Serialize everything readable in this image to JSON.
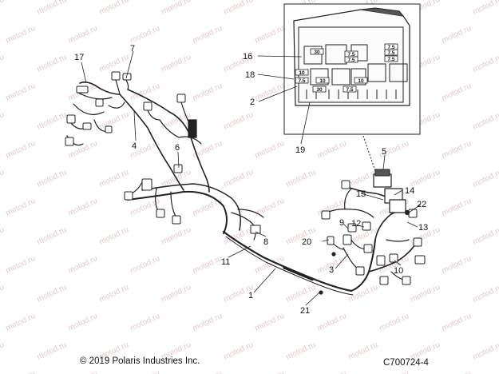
{
  "watermark": {
    "text": "motod.ru",
    "color": "#e7c9c9"
  },
  "callouts": [
    {
      "id": "1",
      "label": "1"
    },
    {
      "id": "2",
      "label": "2"
    },
    {
      "id": "3",
      "label": "3"
    },
    {
      "id": "4",
      "label": "4"
    },
    {
      "id": "5",
      "label": "5"
    },
    {
      "id": "6",
      "label": "6"
    },
    {
      "id": "7",
      "label": "7"
    },
    {
      "id": "8",
      "label": "8"
    },
    {
      "id": "9",
      "label": "9"
    },
    {
      "id": "10",
      "label": "10"
    },
    {
      "id": "11",
      "label": "11"
    },
    {
      "id": "12",
      "label": "12"
    },
    {
      "id": "13",
      "label": "13"
    },
    {
      "id": "14",
      "label": "14"
    },
    {
      "id": "15",
      "label": "15"
    },
    {
      "id": "16",
      "label": "16"
    },
    {
      "id": "17",
      "label": "17"
    },
    {
      "id": "18",
      "label": "18"
    },
    {
      "id": "19",
      "label": "19"
    },
    {
      "id": "20",
      "label": "20"
    },
    {
      "id": "21",
      "label": "21"
    },
    {
      "id": "22",
      "label": "22"
    }
  ],
  "fuse_box": {
    "fuses": [
      {
        "id": "f30a",
        "label": "30"
      },
      {
        "id": "f7_5a",
        "label": "7.5"
      },
      {
        "id": "f7_5b",
        "label": "7.5"
      },
      {
        "id": "f7_5c",
        "label": "7.5"
      },
      {
        "id": "f7_5d",
        "label": "7.5"
      },
      {
        "id": "f7_5e",
        "label": "7.5"
      },
      {
        "id": "f10a",
        "label": "10"
      },
      {
        "id": "f7_5f",
        "label": "7.5"
      },
      {
        "id": "f10b",
        "label": "10"
      },
      {
        "id": "f30b",
        "label": "30"
      },
      {
        "id": "f10c",
        "label": "10"
      },
      {
        "id": "f7_5g",
        "label": "7.5"
      }
    ]
  },
  "footer": {
    "copyright": "© 2019 Polaris Industries Inc.",
    "figure_code": "C700724-4"
  }
}
